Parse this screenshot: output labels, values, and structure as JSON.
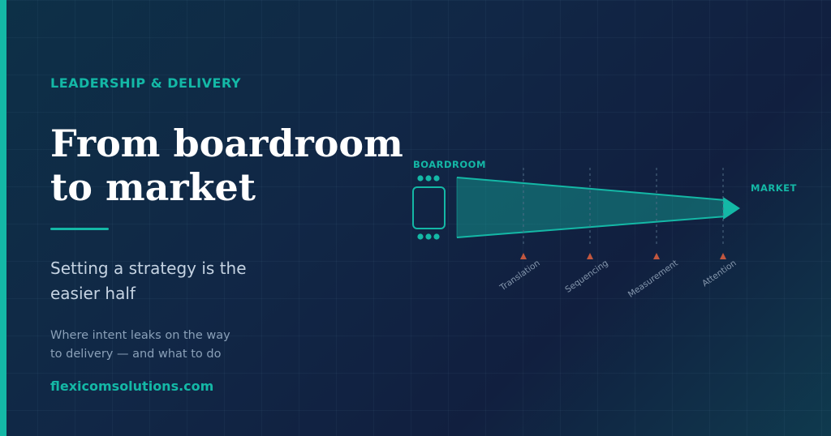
{
  "eyebrow": "LEADERSHIP & DELIVERY",
  "title": {
    "line1": "From boardroom",
    "line2": "to market"
  },
  "subtitle": {
    "line1": "Setting a strategy is the",
    "line2": "easier half"
  },
  "description": {
    "line1": "Where intent leaks on the way",
    "line2": "to delivery — and what to do"
  },
  "website": "flexicomsolutions.com",
  "diagram": {
    "start_label": "BOARDROOM",
    "end_label": "MARKET",
    "stages": [
      {
        "label": "Translation"
      },
      {
        "label": "Sequencing"
      },
      {
        "label": "Measurement"
      },
      {
        "label": "Attention"
      }
    ],
    "leak_icon": "triangle-up-icon"
  },
  "colors": {
    "accent": "#14b8a6",
    "leak": "#c2573f",
    "title": "#ffffff",
    "subtitle": "#c5d3e2",
    "muted": "#8aa0b8"
  }
}
